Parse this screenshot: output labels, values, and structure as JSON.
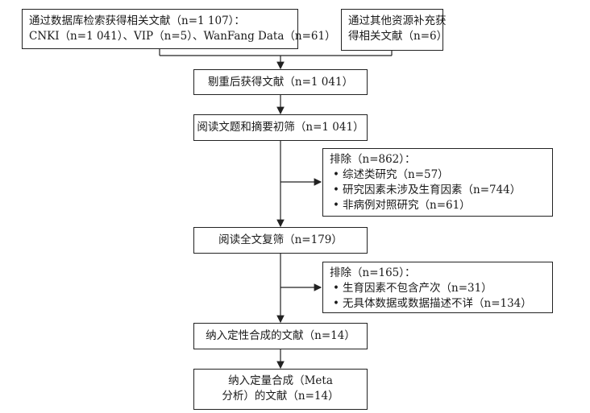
{
  "boxes": {
    "db_search": {
      "line1": "通过数据库检索获得相关文献（n=1 107）：",
      "line2": "CNKI（n=1 041）、VIP（n=5）、WanFang Data（n=61）"
    },
    "other_sources": {
      "line1": "通过其他资源补充获",
      "line2": "得相关文献（n=6）"
    },
    "dedup": "剔重后获得文献（n=1 041）",
    "screen_title": "阅读文题和摘要初筛（n=1 041）",
    "exclude1": {
      "title": "排除（n=862）：",
      "items": [
        "综述类研究（n=57）",
        "研究因素未涉及生育因素（n=744）",
        "非病例对照研究（n=61）"
      ]
    },
    "fulltext": "阅读全文复筛（n=179）",
    "exclude2": {
      "title": "排除（n=165）：",
      "items": [
        "生育因素不包含产次（n=31）",
        "无具体数据或数据描述不详（n=134）"
      ]
    },
    "qualitative": "纳入定性合成的文献（n=14）",
    "quantitative": {
      "line1": "纳入定量合成（Meta",
      "line2": "分析）的文献（n=14）"
    }
  },
  "bullet_symbol": "•"
}
